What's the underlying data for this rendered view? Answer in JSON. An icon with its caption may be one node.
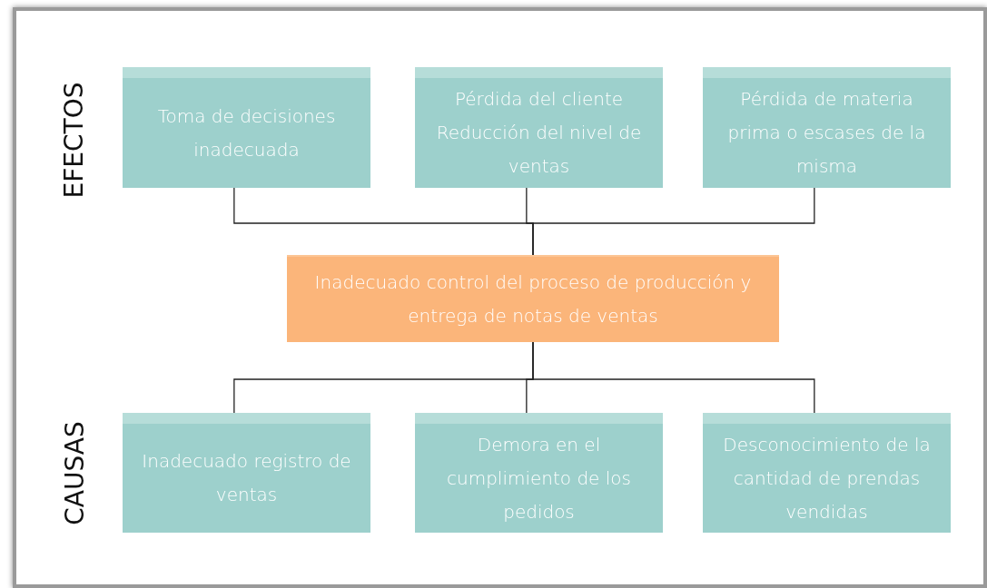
{
  "diagram": {
    "nodes": [
      {
        "text": [
          "Toma de decisiones inadecuada"
        ]
      },
      {
        "text": [
          "Pérdida del cliente Reducción del nivel de ventas"
        ]
      },
      {
        "text": [
          "Pérdida de materia prima o escases de la misma"
        ]
      },
      {
        "text": [
          "Inadecuado control del proceso de producción y entrega de notas de ventas"
        ]
      },
      {
        "text": [
          "Inadecuado registro de ventas"
        ]
      },
      {
        "text": [
          "Demora en el cumplimiento de los pedidos"
        ]
      },
      {
        "text": [
          "Desconocimiento de la cantidad de prendas vendidas"
        ]
      }
    ],
    "edges": [
      {
        "from": 0,
        "to": 3,
        "arrow": "none"
      },
      {
        "from": 1,
        "to": 3,
        "arrow": "none"
      },
      {
        "from": 2,
        "to": 3,
        "arrow": "none"
      },
      {
        "from": 3,
        "to": 4,
        "arrow": "none"
      },
      {
        "from": 3,
        "to": 5,
        "arrow": "none"
      },
      {
        "from": 3,
        "to": 6,
        "arrow": "none"
      }
    ],
    "labels": [
      "EFECTOS",
      "CAUSAS"
    ]
  }
}
